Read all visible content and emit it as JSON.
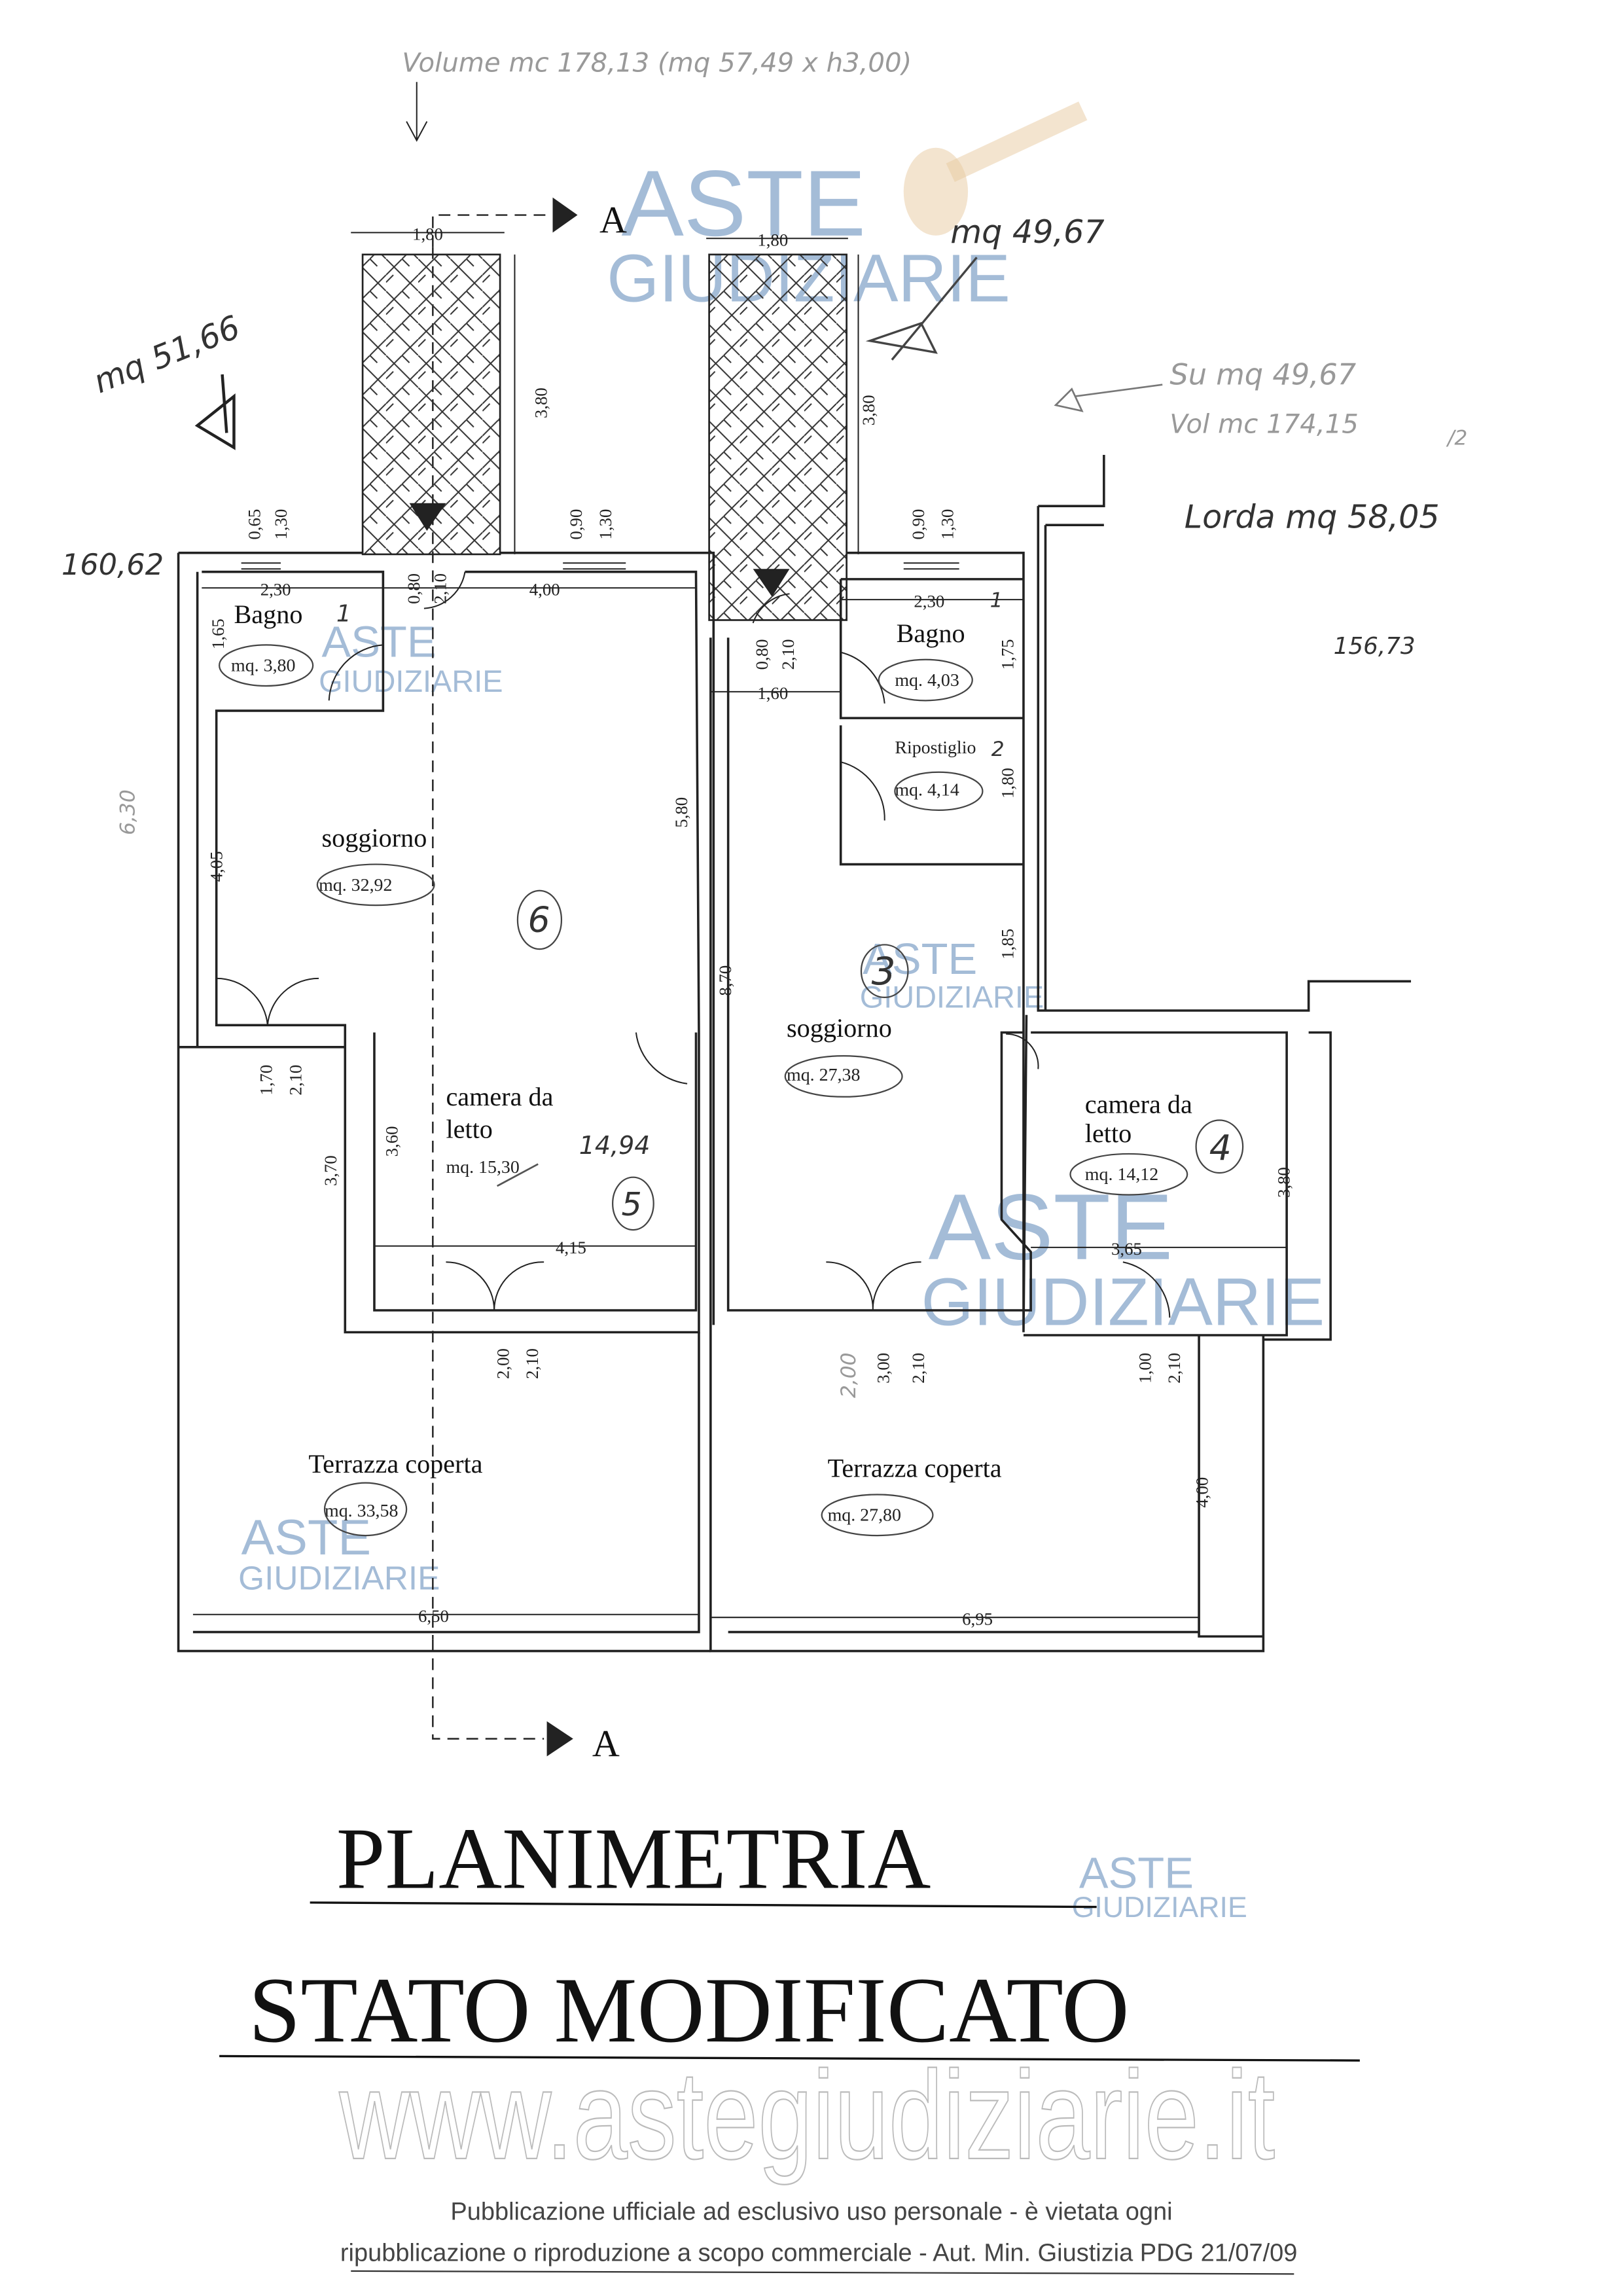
{
  "document": {
    "title_line1": "PLANIMETRIA",
    "title_line2": "STATO MODIFICATO",
    "section_marker": "A",
    "watermark": {
      "brand_top": "ASTE",
      "brand_bottom": "GIUDIZIARIE",
      "url": "www.astegiudiziarie.it"
    },
    "footer": {
      "line1": "Pubblicazione ufficiale ad esclusivo uso personale - è vietata ogni",
      "line2": "ripubblicazione o riproduzione a scopo commerciale - Aut. Min. Giustizia PDG 21/07/09"
    }
  },
  "handwritten_notes": {
    "top_note": "Volume mc 178,13 (mq 57,49 x h3,00)",
    "right_area_top": "mq 49,67",
    "left_area": "mq 51,66",
    "left_total": "160,62",
    "right_su": "Su mq 49,67",
    "right_vol": "Vol mc 174,15",
    "right_vol_suffix": "/2",
    "right_lorda": "Lorda mq 58,05",
    "right_total": "156,73",
    "left_margin": "6,30",
    "camera5_corrected_area": "14,94",
    "door_corrected": "2,00",
    "room_numbers": [
      "1",
      "2",
      "3",
      "4",
      "5",
      "6"
    ]
  },
  "rooms": {
    "bagno_left": {
      "name": "Bagno",
      "area": "mq. 3,80",
      "number": "1"
    },
    "bagno_right": {
      "name": "Bagno",
      "area": "mq. 4,03",
      "number": "1"
    },
    "ripostiglio": {
      "name": "Ripostiglio",
      "area": "mq. 4,14",
      "number": "2"
    },
    "soggiorno_left": {
      "name": "soggiorno",
      "area": "mq. 32,92",
      "number": "6"
    },
    "soggiorno_right": {
      "name": "soggiorno",
      "area": "mq. 27,38",
      "number": "3"
    },
    "camera_left": {
      "name_line1": "camera da",
      "name_line2": "letto",
      "area": "mq. 15,30",
      "number": "5"
    },
    "camera_right": {
      "name_line1": "camera da",
      "name_line2": "letto",
      "area": "mq. 14,12",
      "number": "4"
    },
    "terrazza_left": {
      "name": "Terrazza coperta",
      "area": "mq. 33,58"
    },
    "terrazza_right": {
      "name": "Terrazza coperta",
      "area": "mq. 27,80"
    }
  },
  "dimensions": {
    "stair_left_width": "1,80",
    "stair_right_width": "1,80",
    "stair_left_length": "3,80",
    "stair_right_length": "3,80",
    "win_left_a": "0,65",
    "win_left_b": "1,30",
    "win_mid_a": "0,90",
    "win_mid_b": "1,30",
    "win_right_a": "0,90",
    "win_right_b": "1,30",
    "bagno_left_w": "2,30",
    "bagno_left_h": "1,65",
    "soggiorno_left_w": "4,00",
    "soggiorno_left_h1": "4,05",
    "soggiorno_left_h2": "5,80",
    "door_stair_left_a": "0,80",
    "door_stair_left_b": "2,10",
    "door_stair_right_a": "0,80",
    "door_stair_right_b": "2,10",
    "bagno_right_w": "2,30",
    "bagno_right_h": "1,75",
    "entry_w": "1,60",
    "ripostiglio_h": "1,80",
    "corridor_h": "1,85",
    "soggiorno_right_h": "8,70",
    "door_left_terr_a": "1,70",
    "door_left_terr_b": "2,10",
    "left_strip_h": "3,70",
    "camera_left_h": "3,60",
    "camera_left_w": "4,15",
    "camera_right_w": "3,65",
    "camera_right_h": "3,80",
    "door_cam5_a": "2,00",
    "door_cam5_b": "2,10",
    "door_sogg_a": "3,00",
    "door_sogg_b": "2,10",
    "door_cam4_a": "1,00",
    "door_cam4_b": "2,10",
    "terrazza_right_h": "4,00",
    "terrazza_left_w": "6,50",
    "terrazza_right_w": "6,95"
  }
}
